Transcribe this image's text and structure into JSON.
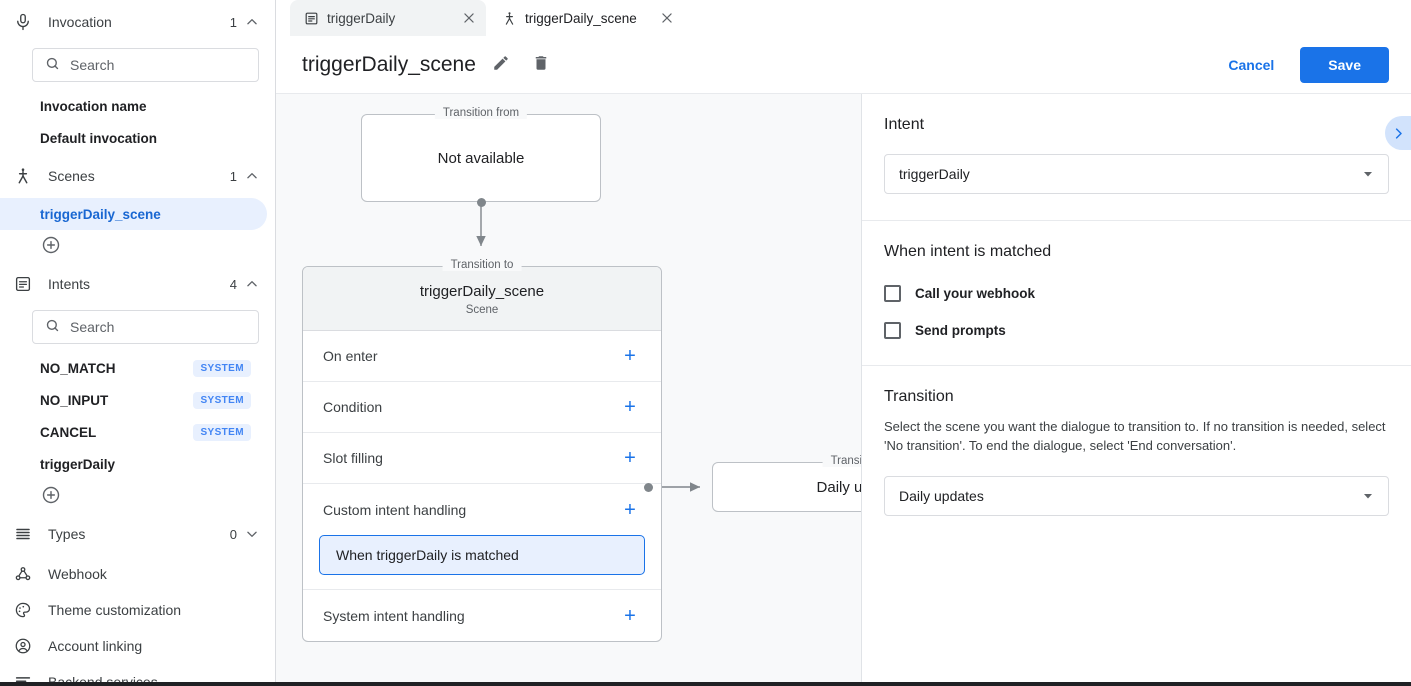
{
  "sidebar": {
    "sections": [
      {
        "id": "invocation",
        "icon": "microphone-icon",
        "label": "Invocation",
        "count": "1",
        "caret": "chevron-up-icon",
        "search_placeholder": "Search",
        "search_value": "",
        "items": [
          {
            "label": "Invocation name",
            "badge": ""
          },
          {
            "label": "Default invocation",
            "badge": ""
          }
        ]
      },
      {
        "id": "scenes",
        "icon": "scene-branch-icon",
        "label": "Scenes",
        "count": "1",
        "caret": "chevron-up-icon",
        "items": [
          {
            "label": "triggerDaily_scene",
            "badge": "",
            "active": true
          }
        ],
        "add_label": "add-icon"
      },
      {
        "id": "intents",
        "icon": "intents-list-icon",
        "label": "Intents",
        "count": "4",
        "caret": "chevron-up-icon",
        "search_placeholder": "Search",
        "search_value": "",
        "items": [
          {
            "label": "NO_MATCH",
            "badge": "SYSTEM"
          },
          {
            "label": "NO_INPUT",
            "badge": "SYSTEM"
          },
          {
            "label": "CANCEL",
            "badge": "SYSTEM"
          },
          {
            "label": "triggerDaily",
            "badge": ""
          }
        ],
        "add_label": "add-icon"
      }
    ],
    "types": {
      "icon": "types-lines-icon",
      "label": "Types",
      "count": "0",
      "caret": "chevron-down-icon"
    },
    "links": [
      {
        "icon": "webhook-icon",
        "label": "Webhook"
      },
      {
        "icon": "palette-icon",
        "label": "Theme customization"
      },
      {
        "icon": "account-circle-icon",
        "label": "Account linking"
      },
      {
        "icon": "backend-services-icon",
        "label": "Backend services"
      }
    ]
  },
  "tabs": [
    {
      "icon": "intents-list-icon",
      "title": "triggerDaily",
      "active": false,
      "close": "close-icon"
    },
    {
      "icon": "scene-branch-icon",
      "title": "triggerDaily_scene",
      "active": true,
      "close": "close-icon"
    }
  ],
  "header": {
    "title": "triggerDaily_scene",
    "edit_icon": "pencil-icon",
    "delete_icon": "trash-icon",
    "cancel_label": "Cancel",
    "save_label": "Save"
  },
  "canvas": {
    "node_from": {
      "legend": "Transition from",
      "text": "Not available"
    },
    "scene": {
      "legend": "Transition to",
      "name": "triggerDaily_scene",
      "subtitle": "Scene",
      "rows": [
        {
          "label": "On enter",
          "plus": "+"
        },
        {
          "label": "Condition",
          "plus": "+"
        },
        {
          "label": "Slot filling",
          "plus": "+"
        },
        {
          "label": "Custom intent handling",
          "plus": "+"
        },
        {
          "label": "System intent handling",
          "plus": "+"
        }
      ],
      "handler": {
        "label": "When triggerDaily is matched",
        "selected": true
      }
    },
    "node_target": {
      "legend": "Transition to",
      "text": "Daily updates"
    }
  },
  "panel": {
    "toggle_icon": "chevron-right-icon",
    "intent": {
      "heading": "Intent",
      "selected": "triggerDaily",
      "caret": "dropdown-caret-icon"
    },
    "when_matched": {
      "heading": "When intent is matched",
      "options": [
        {
          "label": "Call your webhook",
          "checked": false
        },
        {
          "label": "Send prompts",
          "checked": false
        }
      ]
    },
    "transition": {
      "heading": "Transition",
      "description": "Select the scene you want the dialogue to transition to. If no transition is needed, select 'No transition'. To end the dialogue, select 'End conversation'.",
      "selected": "Daily updates",
      "caret": "dropdown-caret-icon"
    }
  },
  "colors": {
    "accent": "#1a73e8",
    "accent_light": "#e8f0fe",
    "accent_pill": "#d2e3fc",
    "canvas_bg": "#f8f9fa",
    "border": "#dadce0",
    "text": "#202124",
    "text_muted": "#5f6368",
    "badge_text": "#4285f4"
  }
}
